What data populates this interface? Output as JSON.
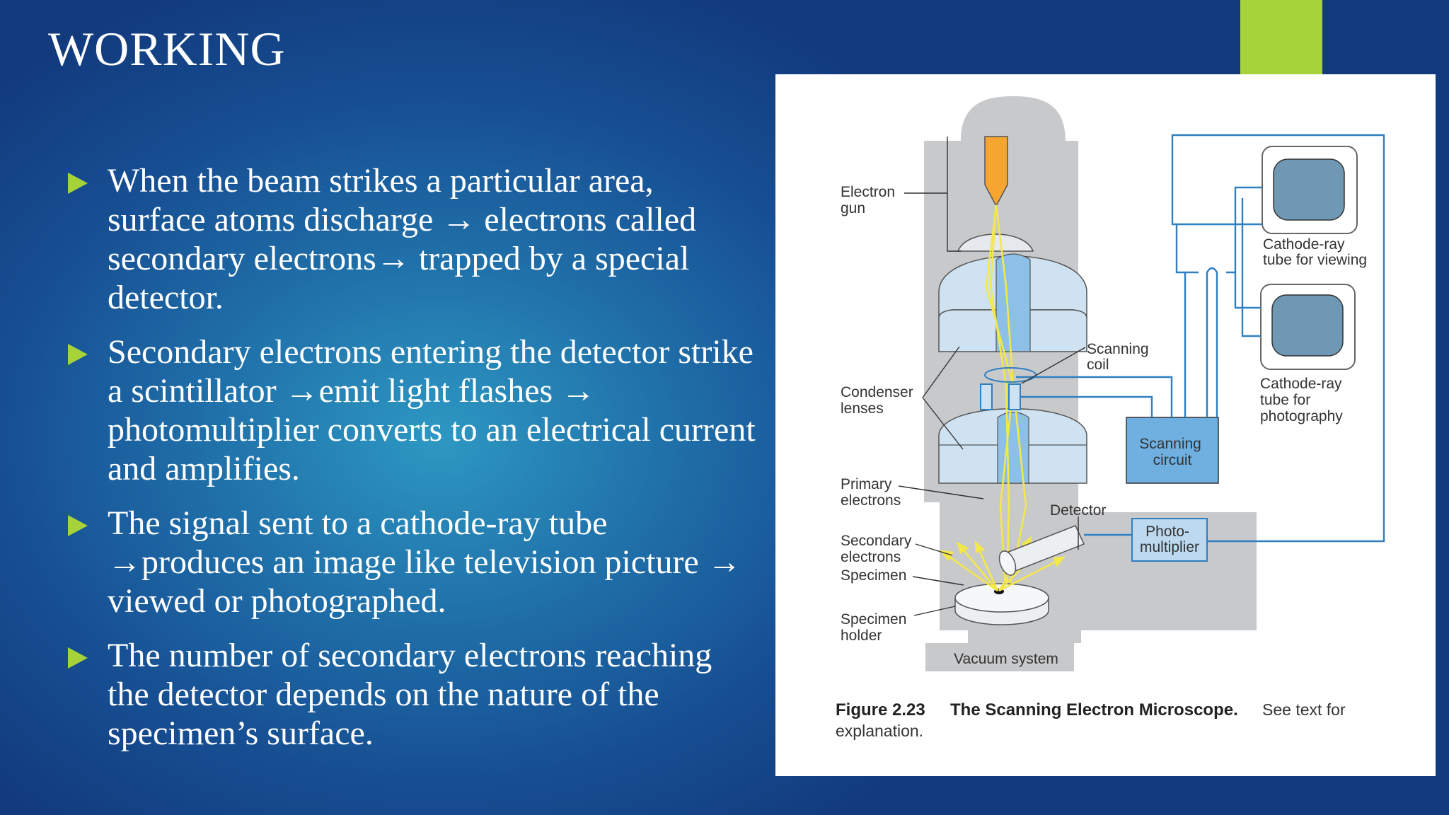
{
  "slide": {
    "title": "WORKING",
    "bullets": [
      "When the beam strikes a particular area, surface atoms discharge → electrons called secondary electrons→ trapped by a special detector.",
      " Secondary electrons entering the detector strike a scintillator →emit light flashes → photomultiplier converts to an electrical current and amplifies.",
      "The signal sent to a cathode-ray tube →produces an image like  television picture → viewed or photographed.",
      "The number of secondary electrons reaching the detector depends on the nature of the specimen’s surface."
    ]
  },
  "figure": {
    "labels": {
      "electron_gun": [
        "Electron",
        "gun"
      ],
      "condenser_lenses": [
        "Condenser",
        "lenses"
      ],
      "primary_electrons": [
        "Primary",
        "electrons"
      ],
      "secondary_electrons": [
        "Secondary",
        "electrons"
      ],
      "specimen": "Specimen",
      "specimen_holder": [
        "Specimen",
        "holder"
      ],
      "vacuum_system": "Vacuum system",
      "scanning_coil": [
        "Scanning",
        "coil"
      ],
      "scanning_circuit": [
        "Scanning",
        "circuit"
      ],
      "detector": "Detector",
      "photomultiplier": [
        "Photo-",
        "multiplier"
      ],
      "crt_viewing": [
        "Cathode-ray",
        "tube for viewing"
      ],
      "crt_photography": [
        "Cathode-ray",
        "tube for",
        "photography"
      ]
    },
    "caption": {
      "number": "Figure 2.23",
      "title": "The Scanning Electron Microscope.",
      "text": "See text for",
      "text_2": "explanation."
    },
    "colors": {
      "column_gray": "#c8c9cb",
      "lens_blue": "#cfe2f2",
      "bore_blue": "#8cc0e6",
      "wire_blue": "#2f7fc1",
      "circuit_fill": "#6fb0e0",
      "beam_yellow": "#f3e84a",
      "filament_orange": "#f6a530",
      "screen_slate": "#6e98b4"
    }
  }
}
